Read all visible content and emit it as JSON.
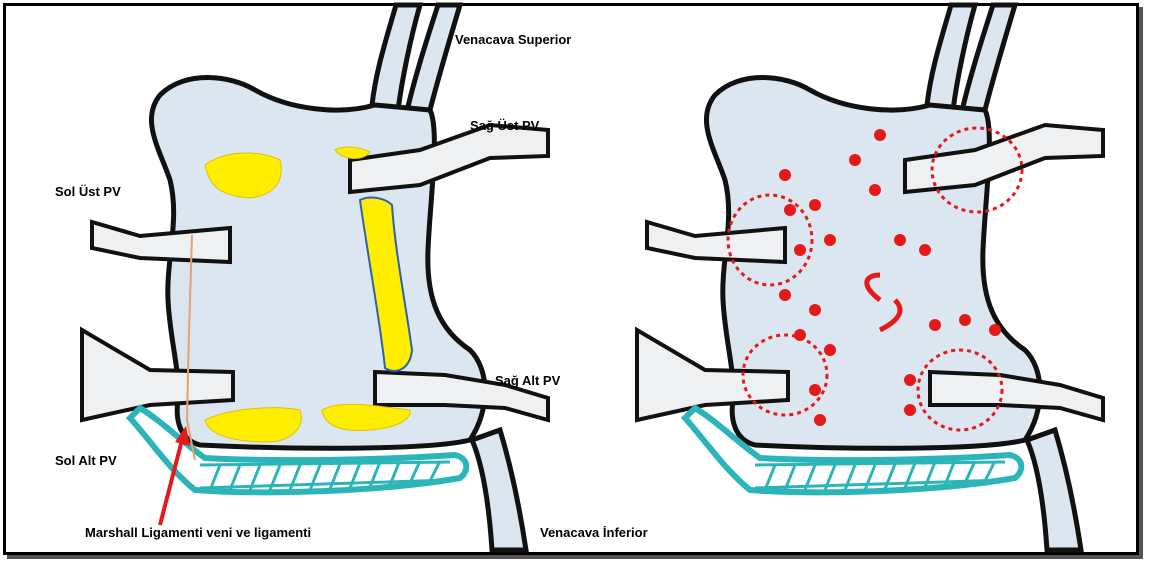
{
  "labels": {
    "vena_cava_superior": "Venacava Superior",
    "sag_ust_pv": "Sağ Üst PV",
    "sol_ust_pv": "Sol Üst PV",
    "sag_alt_pv": "Sağ Alt PV",
    "sol_alt_pv": "Sol Alt PV",
    "marshall": "Marshall Ligamenti veni ve ligamenti",
    "vena_cava_inferior": "Venacava İnferior"
  },
  "colors": {
    "atrium_fill": "#dbe6f0",
    "outline": "#111111",
    "vein_fill": "#eef0f2",
    "fibrosis": "#ffee00",
    "arrow_red": "#e41a1a",
    "sinus_teal": "#2bb5b8",
    "marshall_line": "#e8a070"
  },
  "panels": [
    {
      "name": "left-panel",
      "content": "atrial-fibrosis-areas"
    },
    {
      "name": "right-panel",
      "content": "rotor-reentry-arrows"
    }
  ]
}
